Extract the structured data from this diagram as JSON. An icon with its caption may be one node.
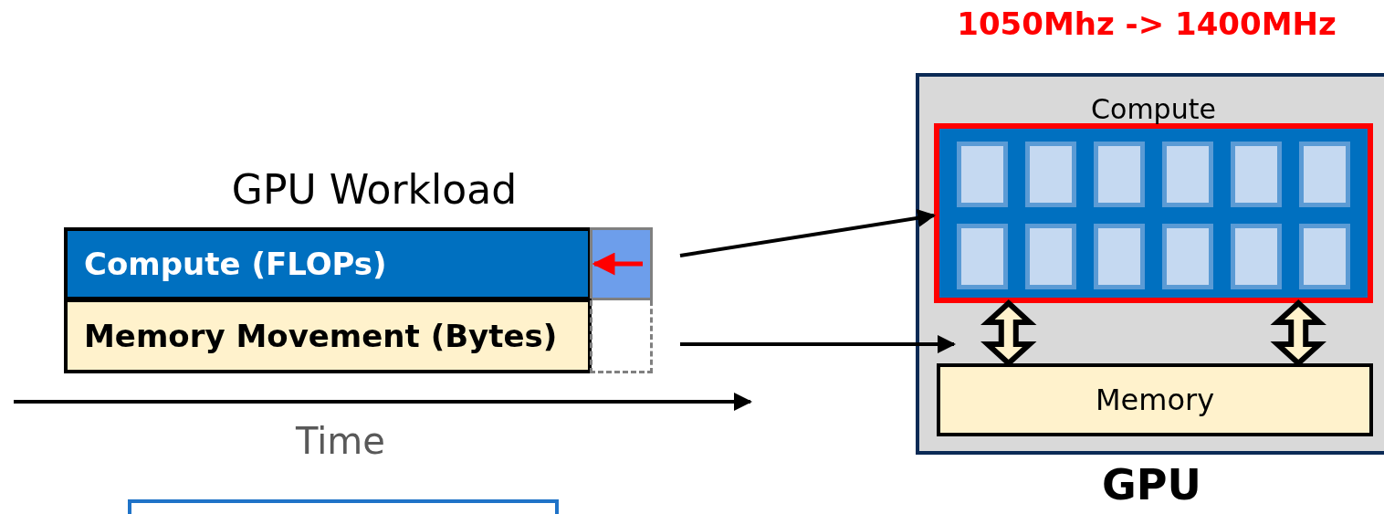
{
  "diagram": {
    "nodes": [
      {
        "text": [
          "Compute (FLOPs)"
        ]
      },
      {
        "text": [],
        "shape": "box"
      },
      {
        "text": [
          "Memory Movement (Bytes)"
        ]
      },
      {
        "text": [],
        "shape": "box"
      },
      {
        "text": [],
        "shape": "box"
      },
      {
        "text": [
          "GPU"
        ]
      },
      {
        "text": [
          "Compute"
        ],
        "in": 5
      },
      {
        "text": [],
        "shape": "box",
        "in": 6
      },
      {
        "text": [],
        "shape": "box",
        "in": 6
      },
      {
        "text": [],
        "shape": "box",
        "in": 6
      },
      {
        "text": [],
        "shape": "box",
        "in": 6
      },
      {
        "text": [],
        "shape": "box",
        "in": 6
      },
      {
        "text": [],
        "shape": "box",
        "in": 6
      },
      {
        "text": [],
        "shape": "box",
        "in": 6
      },
      {
        "text": [],
        "shape": "box",
        "in": 6
      },
      {
        "text": [],
        "shape": "box",
        "in": 6
      },
      {
        "text": [],
        "shape": "box",
        "in": 6
      },
      {
        "text": [],
        "shape": "box",
        "in": 6
      },
      {
        "text": [],
        "shape": "box",
        "in": 6
      },
      {
        "text": [
          "Memory"
        ],
        "in": 5
      }
    ],
    "edges": [
      {
        "from": 1,
        "to": 6,
        "arrow": "to"
      },
      {
        "from": 3,
        "to": 19,
        "arrow": "to"
      },
      {
        "from": 6,
        "to": 19,
        "arrow": "both",
        "style": "thick"
      },
      {
        "from": 6,
        "to": 19,
        "arrow": "both",
        "style": "thick"
      }
    ],
    "labels": [
      "1050Mhz -> 1400MHz",
      "GPU Workload",
      "Time"
    ]
  }
}
